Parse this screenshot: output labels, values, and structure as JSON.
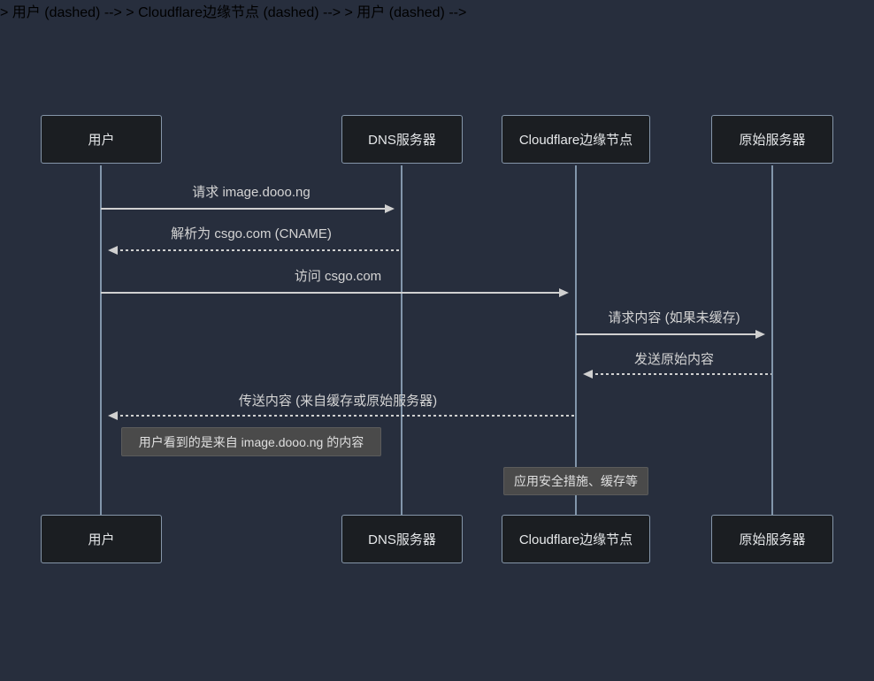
{
  "colors": {
    "background": "#272e3d",
    "actor_fill": "#1b1e22",
    "actor_border": "#8596a9",
    "lifeline": "#8296ab",
    "message_line": "#d0d0d0",
    "message_text": "#d4d4d4",
    "note_fill": "#4a4a4a",
    "note_text": "#dfdfdf"
  },
  "actors": [
    {
      "label": "用户"
    },
    {
      "label": "DNS服务器"
    },
    {
      "label": "Cloudflare边缘节点"
    },
    {
      "label": "原始服务器"
    }
  ],
  "messages": [
    {
      "label": "请求 image.dooo.ng",
      "from": "用户",
      "to": "DNS服务器",
      "line": "solid"
    },
    {
      "label": "解析为 csgo.com (CNAME)",
      "from": "DNS服务器",
      "to": "用户",
      "line": "dashed"
    },
    {
      "label": "访问 csgo.com",
      "from": "用户",
      "to": "Cloudflare边缘节点",
      "line": "solid"
    },
    {
      "label": "请求内容 (如果未缓存)",
      "from": "Cloudflare边缘节点",
      "to": "原始服务器",
      "line": "solid"
    },
    {
      "label": "发送原始内容",
      "from": "原始服务器",
      "to": "Cloudflare边缘节点",
      "line": "dashed"
    },
    {
      "label": "传送内容 (来自缓存或原始服务器)",
      "from": "Cloudflare边缘节点",
      "to": "用户",
      "line": "dashed"
    }
  ],
  "notes": [
    {
      "text": "用户看到的是来自 image.dooo.ng 的内容",
      "over": "用户"
    },
    {
      "text": "应用安全措施、缓存等",
      "over": "Cloudflare边缘节点"
    }
  ]
}
